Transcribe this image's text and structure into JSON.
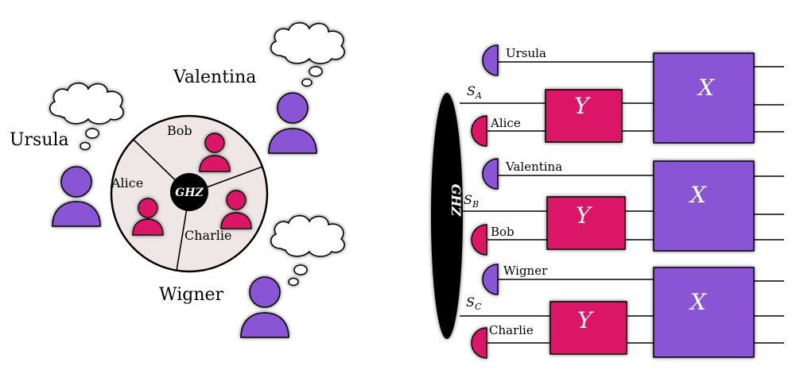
{
  "colors": {
    "purple": "#8a55d4",
    "magenta": "#dc1466",
    "black": "#000000",
    "disk": "#efe6e6"
  },
  "left": {
    "observers": {
      "ursula": "Ursula",
      "valentina": "Valentina",
      "wigner": "Wigner"
    },
    "lab": {
      "bob": "Bob",
      "alice": "Alice",
      "charlie": "Charlie",
      "source": "GHZ"
    }
  },
  "right": {
    "source": "GHZ",
    "systems": {
      "a": "S",
      "a_sub": "A",
      "b": "S",
      "b_sub": "B",
      "c": "S",
      "c_sub": "C"
    },
    "detectors": {
      "ursula": "Ursula",
      "alice": "Alice",
      "valentina": "Valentina",
      "bob": "Bob",
      "wigner": "Wigner",
      "charlie": "Charlie"
    },
    "gates": {
      "y": "Y",
      "x": "X"
    }
  }
}
